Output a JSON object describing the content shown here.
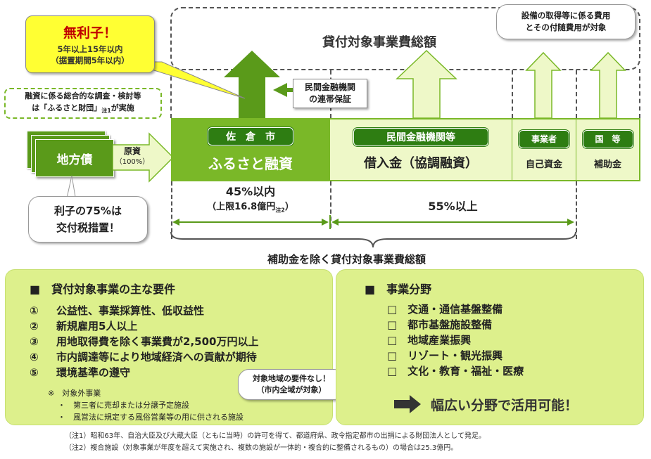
{
  "header": {
    "total_label": "貸付対象事業費総額",
    "acquisition_note": [
      "設備の取得等に係る費用",
      "とその付随費用が対象"
    ]
  },
  "interest_free": {
    "title": "無利子！",
    "line1": "5年以上15年以内",
    "line2": "（据置期間5年以内）"
  },
  "survey_note": {
    "line1": "融資に係る総合的な調査・検討等",
    "line2_pre": "は「ふるさと財団」",
    "line2_sub": "注1",
    "line2_post": "が実施"
  },
  "local_bond": {
    "label": "地方債",
    "flow_label": "原資",
    "flow_pct": "（100%）"
  },
  "interest_tax": {
    "line1": "利子の75%は",
    "line2": "交付税措置！"
  },
  "guarantee": {
    "line1": "民間金融機関",
    "line2": "の連帯保証"
  },
  "bar": {
    "sakura": {
      "tag": "佐　倉　市",
      "main": "ふるさと融資"
    },
    "private": {
      "tag": "民間金融機関等",
      "main": "借入金（協調融資）"
    },
    "operator": {
      "tag": "事業者",
      "main": "自己資金"
    },
    "country": {
      "tag": "国　等",
      "main": "補助金"
    }
  },
  "ratios": {
    "left_main": "45%以内",
    "left_sub_pre": "（上限16.8億円",
    "left_sub_note": "注2",
    "left_sub_post": "）",
    "right": "55%以上"
  },
  "brace_label": "補助金を除く貸付対象事業費総額",
  "requirements": {
    "title": "■　貸付対象事業の主な要件",
    "items": [
      {
        "num": "①",
        "text": "公益性、事業採算性、低収益性"
      },
      {
        "num": "②",
        "text": "新規雇用5人以上"
      },
      {
        "num": "③",
        "text": "用地取得費を除く事業費が2,500万円以上"
      },
      {
        "num": "④",
        "text": "市内調達等により地域経済への貢献が期待"
      },
      {
        "num": "⑤",
        "text": "環境基準の遵守"
      }
    ],
    "excluded_title": "※　対象外事業",
    "excluded_items": [
      "・　第三者に売却または分譲予定施設",
      "・　風営法に規定する風俗営業等の用に供される施設"
    ],
    "area_note": [
      "対象地域の要件なし！",
      "（市内全域が対象）"
    ]
  },
  "fields": {
    "title": "■　事業分野",
    "items": [
      "□　交通・通信基盤整備",
      "□　都市基盤施設整備",
      "□　地域産業振興",
      "□　リゾート・観光振興",
      "□　文化・教育・福祉・医療"
    ],
    "conclusion": "幅広い分野で活用可能！"
  },
  "notes": [
    "（注1）昭和63年、自治大臣及び大蔵大臣（ともに当時）の許可を得て、都道府県、政令指定都市の出捐による財団法人として発足。",
    "（注2）複合施設（対象事業が年度を超えて実施され、複数の施設が一体的・複合的に整備されるもの）の場合は25.3億円。"
  ],
  "colors": {
    "dark_green": "#5a9a1a",
    "mid_green": "#7ab828",
    "light_green": "#eef8c8",
    "lime": "#ddf08c",
    "yellow": "#ffff33",
    "pill_green": "#2e7d12"
  }
}
